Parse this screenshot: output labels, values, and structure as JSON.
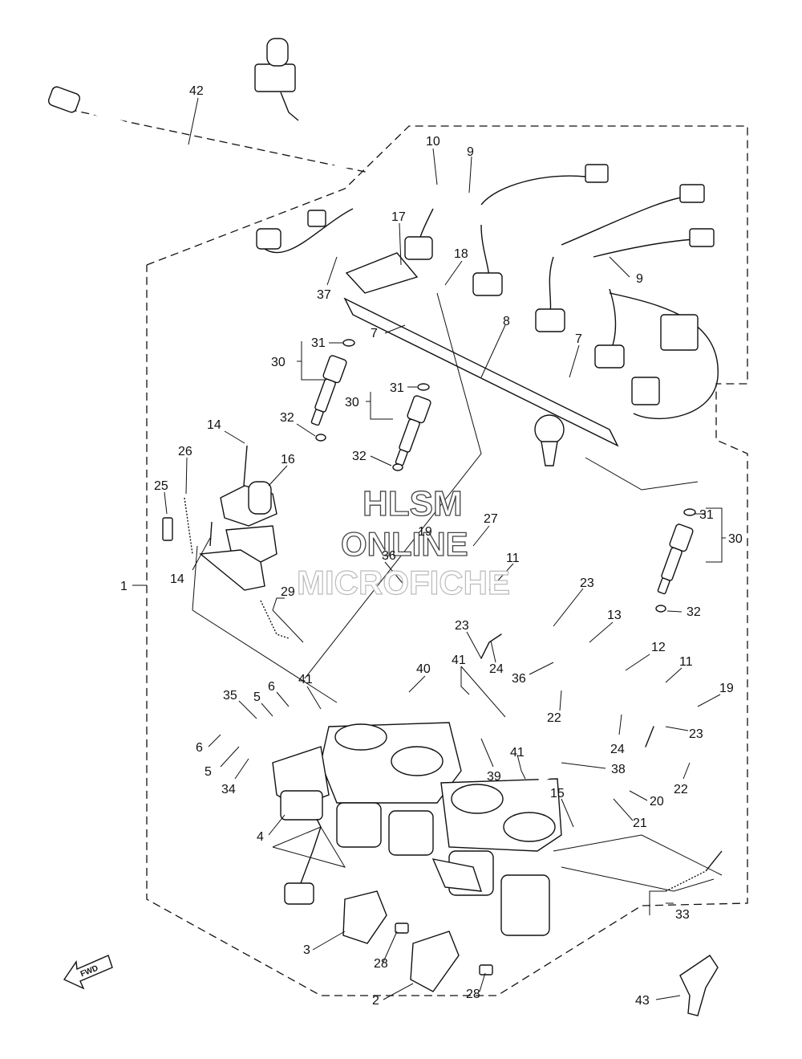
{
  "callouts": [
    {
      "id": "c42",
      "label": "42"
    },
    {
      "id": "c10",
      "label": "10"
    },
    {
      "id": "c9a",
      "label": "9"
    },
    {
      "id": "c17",
      "label": "17"
    },
    {
      "id": "c18",
      "label": "18"
    },
    {
      "id": "c9b",
      "label": "9"
    },
    {
      "id": "c37",
      "label": "37"
    },
    {
      "id": "c8",
      "label": "8"
    },
    {
      "id": "c7a",
      "label": "7"
    },
    {
      "id": "c7b",
      "label": "7"
    },
    {
      "id": "c31a",
      "label": "31"
    },
    {
      "id": "c30a",
      "label": "30"
    },
    {
      "id": "c31b",
      "label": "31"
    },
    {
      "id": "c30b",
      "label": "30"
    },
    {
      "id": "c32a",
      "label": "32"
    },
    {
      "id": "c32b",
      "label": "32"
    },
    {
      "id": "c14a",
      "label": "14"
    },
    {
      "id": "c26",
      "label": "26"
    },
    {
      "id": "c16",
      "label": "16"
    },
    {
      "id": "c25",
      "label": "25"
    },
    {
      "id": "c14b",
      "label": "14"
    },
    {
      "id": "c1",
      "label": "1"
    },
    {
      "id": "c27",
      "label": "27"
    },
    {
      "id": "c19a",
      "label": "19"
    },
    {
      "id": "c31c",
      "label": "31"
    },
    {
      "id": "c30c",
      "label": "30"
    },
    {
      "id": "c32c",
      "label": "32"
    },
    {
      "id": "c36a",
      "label": "36"
    },
    {
      "id": "c11a",
      "label": "11"
    },
    {
      "id": "c23a",
      "label": "23"
    },
    {
      "id": "c29",
      "label": "29"
    },
    {
      "id": "c13",
      "label": "13"
    },
    {
      "id": "c23b",
      "label": "23"
    },
    {
      "id": "c24a",
      "label": "24"
    },
    {
      "id": "c12",
      "label": "12"
    },
    {
      "id": "c36b",
      "label": "36"
    },
    {
      "id": "c11b",
      "label": "11"
    },
    {
      "id": "c40",
      "label": "40"
    },
    {
      "id": "c41a",
      "label": "41"
    },
    {
      "id": "c41b",
      "label": "41"
    },
    {
      "id": "c19b",
      "label": "19"
    },
    {
      "id": "c35",
      "label": "35"
    },
    {
      "id": "c5a",
      "label": "5"
    },
    {
      "id": "c6a",
      "label": "6"
    },
    {
      "id": "c22a",
      "label": "22"
    },
    {
      "id": "c24b",
      "label": "24"
    },
    {
      "id": "c23c",
      "label": "23"
    },
    {
      "id": "c6b",
      "label": "6"
    },
    {
      "id": "c5b",
      "label": "5"
    },
    {
      "id": "c34",
      "label": "34"
    },
    {
      "id": "c39",
      "label": "39"
    },
    {
      "id": "c41c",
      "label": "41"
    },
    {
      "id": "c38",
      "label": "38"
    },
    {
      "id": "c22b",
      "label": "22"
    },
    {
      "id": "c15",
      "label": "15"
    },
    {
      "id": "c20",
      "label": "20"
    },
    {
      "id": "c21",
      "label": "21"
    },
    {
      "id": "c4",
      "label": "4"
    },
    {
      "id": "c33",
      "label": "33"
    },
    {
      "id": "c3",
      "label": "3"
    },
    {
      "id": "c28a",
      "label": "28"
    },
    {
      "id": "c2",
      "label": "2"
    },
    {
      "id": "c28b",
      "label": "28"
    },
    {
      "id": "c43",
      "label": "43"
    }
  ],
  "watermark": {
    "line1": "HLSM",
    "line2": "ONLINE",
    "line3": "MICROFICHE"
  },
  "fwd_label": "FWD",
  "colors": {
    "ink": "#111111",
    "paper": "#ffffff",
    "watermark_stroke": "#444444"
  }
}
